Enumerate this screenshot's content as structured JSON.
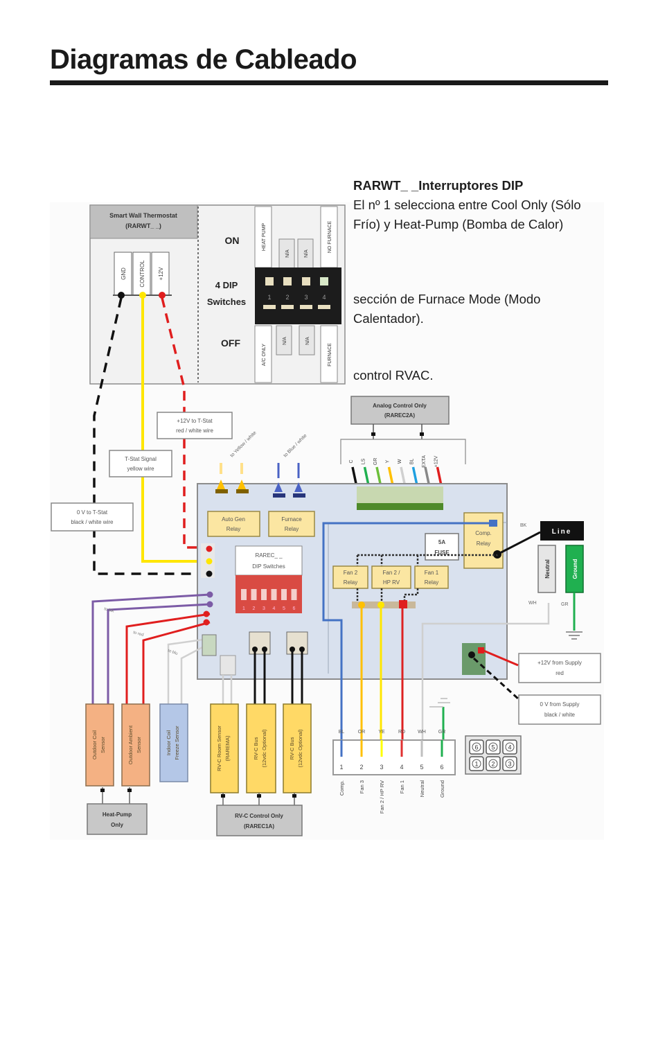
{
  "page": {
    "title": "Diagramas de Cableado"
  },
  "notes": {
    "heading": "RARWT_ _Interruptores DIP",
    "line1": "El nº 1 selecciona entre Cool Only (Sólo",
    "line2": "Frío) y Heat-Pump (Bomba de Calor)",
    "line3": "sección de Furnace Mode (Modo",
    "line4": "Calentador).",
    "line5": "control RVAC."
  },
  "thermostat": {
    "title_line1": "Smart Wall Thermostat",
    "title_line2": "(RARWT_ _)",
    "terminals": [
      "GND",
      "CONTROL",
      "+12V"
    ],
    "dip_on_label": "ON",
    "dip_title_line1": "4  DIP",
    "dip_title_line2": "Switches",
    "dip_off_label": "OFF",
    "dip_on_labels": [
      "HEAT PUMP",
      "N/A",
      "N/A",
      "NO FURNACE"
    ],
    "dip_off_labels": [
      "A/C ONLY",
      "N/A",
      "N/A",
      "FURNACE"
    ],
    "dip_numbers": [
      "1",
      "2",
      "3",
      "4"
    ]
  },
  "callouts": {
    "plus12_tstat_1": "+12V to T-Stat",
    "plus12_tstat_2": "red / white wire",
    "signal_1": "T-Stat  Signal",
    "signal_2": "yellow wire",
    "zero_tstat_1": "0 V to T-Stat",
    "zero_tstat_2": "black / white wire",
    "supply_12_1": "+12V from Supply",
    "supply_12_2": "red",
    "supply_0_1": "0 V from Supply",
    "supply_0_2": "black / white"
  },
  "analog": {
    "title_line1": "Analog Control Only",
    "title_line2": "(RAREC2A)",
    "terminals": [
      "C",
      "LS",
      "GR",
      "Y",
      "W",
      "BL",
      "EXTA",
      "+12V"
    ]
  },
  "controller": {
    "auto_gen_1": "Auto Gen",
    "auto_gen_2": "Relay",
    "furnace_1": "Furnace",
    "furnace_2": "Relay",
    "auto_gen_wire": "to  Yellow / white",
    "furnace_wire": "to  Blue / white",
    "dip_1": "RAREC_ _",
    "dip_2": "DIP Switches",
    "dip_numbers": [
      "1",
      "2",
      "3",
      "4",
      "5",
      "6"
    ],
    "fuse_1": "5A",
    "fuse_2": "FUSE",
    "comp_1": "Comp.",
    "comp_2": "Relay",
    "fan2_1": "Fan 2",
    "fan2_2": "Relay",
    "fan22_1": "Fan 2 /",
    "fan22_2": "HP RV",
    "fan1_1": "Fan 1",
    "fan1_2": "Relay"
  },
  "power": {
    "line_label": "Line",
    "neutral_label": "Neutral",
    "ground_label": "Ground",
    "bk": "BK",
    "wh": "WH",
    "gr": "GR"
  },
  "sensors": [
    {
      "line1": "Outdoor Coil",
      "line2": "Sensor",
      "color": "#f4b183"
    },
    {
      "line1": "Outdoor Ambient",
      "line2": "Sensor",
      "color": "#f4b183"
    },
    {
      "line1": "Indoor Coil",
      "line2": "Freeze Sensor",
      "color": "#b4c7e7"
    },
    {
      "line1": "RV-C Room Sensor",
      "line2": "(RAREMA)",
      "color": "#ffd966"
    },
    {
      "line1": "RV-C Bus",
      "line2": "(12vdc Optional)",
      "color": "#ffd966"
    },
    {
      "line1": "RV-C Bus",
      "line2": "(12vdc Optional)",
      "color": "#ffd966"
    }
  ],
  "sensor_wire_labels": [
    "to blk",
    "to red",
    "to blu"
  ],
  "group_boxes": {
    "heat_pump_1": "Heat-Pump",
    "heat_pump_2": "Only",
    "rvc_1": "RV-C Control Only",
    "rvc_2": "(RAREC1A)"
  },
  "output_block": {
    "wire_codes": [
      "BL",
      "OR",
      "YE",
      "RD",
      "WH",
      "GR"
    ],
    "numbers": [
      "1",
      "2",
      "3",
      "4",
      "5",
      "6"
    ],
    "labels": [
      "Comp.",
      "Fan 3",
      "Fan 2 / HP RV",
      "Fan 1",
      "Neutral",
      "Ground"
    ],
    "wire_colors": [
      "#4472c4",
      "#ffc000",
      "#ffff00",
      "#e03030",
      "#bfbfbf",
      "#20b050"
    ]
  },
  "connector_grid": {
    "top": [
      "6",
      "5",
      "4"
    ],
    "bottom": [
      "1",
      "2",
      "3"
    ]
  },
  "colors": {
    "board": "#d9e1ee",
    "relay": "#fbe6a2",
    "gray_box": "#c8c8c8",
    "title": "#1a1a1a"
  }
}
